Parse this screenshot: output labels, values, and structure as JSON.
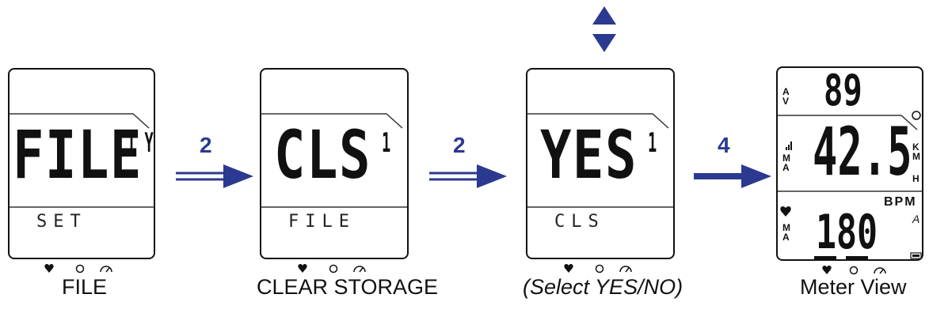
{
  "colors": {
    "accent": "#2b3990",
    "lcd_ink": "#111111"
  },
  "screens": [
    {
      "main": "FILE",
      "side": "1 Y",
      "sub": "SET",
      "caption": "FILE"
    },
    {
      "main": "CLS",
      "side": "1",
      "sub": "FILE",
      "caption": "CLEAR STORAGE"
    },
    {
      "main": "YES",
      "side": "1",
      "sub": "CLS",
      "caption": "(Select YES/NO)"
    },
    {
      "top": "89",
      "main": "42.5",
      "bottom": "180",
      "labels": {
        "av": "A\nV",
        "ma1": "M\nA",
        "ma2": "M\nA",
        "km": "K\nM",
        "h": "H",
        "bpm": "BPM",
        "auto": "A"
      },
      "caption": "Meter View"
    }
  ],
  "arrows": [
    {
      "label": "2",
      "style": "double"
    },
    {
      "label": "2",
      "style": "double"
    },
    {
      "label": "4",
      "style": "single"
    }
  ],
  "icons": [
    "heart-icon",
    "speed-sensor-icon",
    "speedometer-icon",
    "up-arrow-icon",
    "down-arrow-icon",
    "battery-icon"
  ]
}
